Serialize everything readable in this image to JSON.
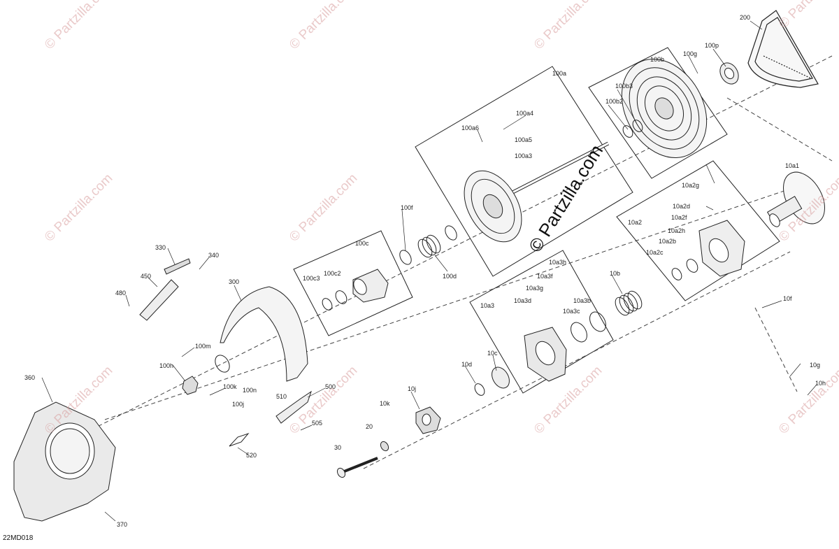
{
  "diagram": {
    "drawing_code": "22MD018",
    "watermark_text": "© Partzilla.com",
    "center_watermark_text": "© Partzilla.com",
    "colors": {
      "line": "#222222",
      "watermark": "#d9a0a0",
      "fill": "#f2f2f2",
      "dark": "#555555"
    },
    "group_labels": {
      "g100a": "100a",
      "g100b": "100b",
      "g100c": "100c",
      "g10a2": "10a2",
      "g10a3": "10a3"
    },
    "callouts": {
      "c200": "200",
      "c100p": "100p",
      "c100g": "100g",
      "c100b3": "100b3",
      "c100b2": "100b2",
      "c100a4": "100a4",
      "c100a6": "100a6",
      "c100a5": "100a5",
      "c100a3": "100a3",
      "c10a1": "10a1",
      "c10a2g": "10a2g",
      "c10a2d": "10a2d",
      "c10a2f": "10a2f",
      "c10a2h": "10a2h",
      "c10a2b": "10a2b",
      "c10a2c": "10a2c",
      "c100f": "100f",
      "c100d": "100d",
      "c100c3": "100c3",
      "c100c2": "100c2",
      "c330": "330",
      "c340": "340",
      "c450": "450",
      "c480": "480",
      "c300": "300",
      "c100m": "100m",
      "c100h": "100h",
      "c100k": "100k",
      "c100n": "100n",
      "c100j": "100j",
      "c360": "360",
      "c370": "370",
      "c10a3h": "10a3h",
      "c10a3f": "10a3f",
      "c10a3g": "10a3g",
      "c10a3d": "10a3d",
      "c10a3b": "10a3b",
      "c10a3c": "10a3c",
      "c10b": "10b",
      "c10f": "10f",
      "c10g": "10g",
      "c10h": "10h",
      "c10c": "10c",
      "c10d": "10d",
      "c10j": "10j",
      "c10k": "10k",
      "c20": "20",
      "c30": "30",
      "c500": "500",
      "c510": "510",
      "c505": "505",
      "c520": "520"
    }
  }
}
